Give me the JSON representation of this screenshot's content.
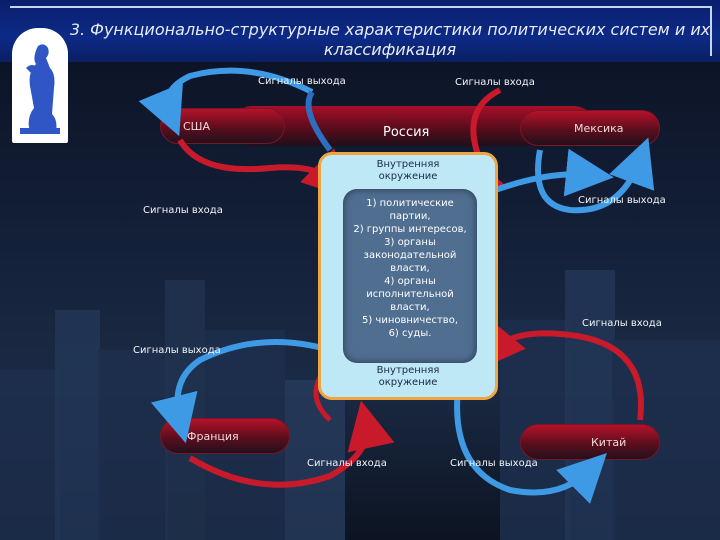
{
  "title": "3. Функционально-структурные характеристики политических систем и их классификация",
  "countries": {
    "center": "Россия",
    "usa": "США",
    "mexico": "Мексика",
    "france": "Франция",
    "china": "Китай"
  },
  "signals": {
    "top_left_output": "Сигналы выхода",
    "top_right_input": "Сигналы входа",
    "left_input": "Сигналы входа",
    "left_output": "Сигналы выхода",
    "right_output": "Сигналы выхода",
    "right_input": "Сигналы входа",
    "bottom_input": "Сигналы входа",
    "bottom_output": "Сигналы выхода"
  },
  "environment_top": "Внутренняя\nокружение",
  "environment_bottom": "Внутренняя\nокружение",
  "structures": "1) политические\nпартии,\n2) группы интересов,\n3) органы\nзаконодательной\nвласти,\n4) органы\nисполнительной\nвласти,\n5) чиновничество,\n6) суды.",
  "colors": {
    "red_arrow": "#c81a2a",
    "blue_arrow": "#3f9ae6",
    "center_fill": "#bfe8f7",
    "center_border": "#f0a640"
  }
}
